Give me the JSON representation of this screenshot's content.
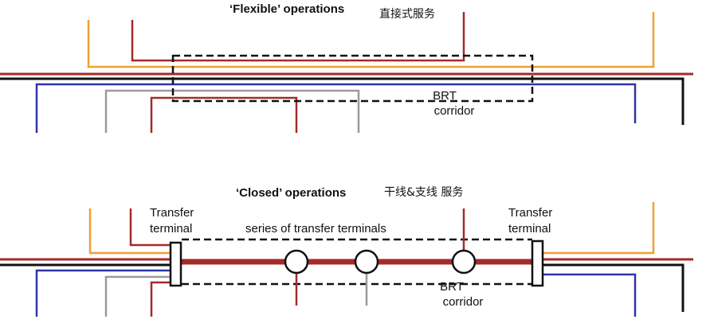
{
  "colors": {
    "orange": "#f0a030",
    "red": "#a52a2a",
    "black": "#111111",
    "blue": "#2e35a6",
    "gray": "#9a9a9a"
  },
  "top_panel": {
    "title": "‘Flexible’ operations",
    "title_cn": "直接式服务",
    "corridor_line1": "BRT",
    "corridor_line2": "corridor"
  },
  "bottom_panel": {
    "title": "‘Closed’ operations",
    "title_cn": "干线&支线  服务",
    "left_terminal_line1": "Transfer",
    "left_terminal_line2": "terminal",
    "right_terminal_line1": "Transfer",
    "right_terminal_line2": "terminal",
    "series_label": "series of transfer terminals",
    "corridor_line1": "BRT",
    "corridor_line2": "corridor"
  }
}
